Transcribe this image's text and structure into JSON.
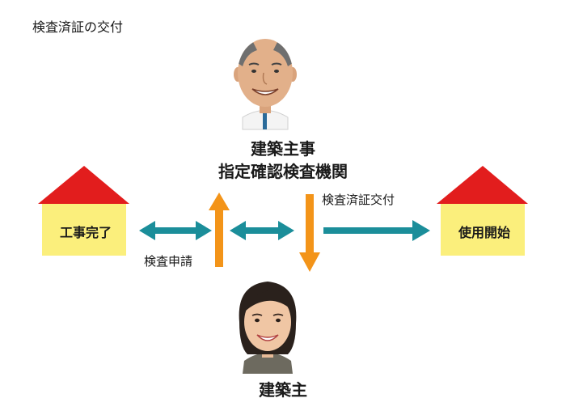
{
  "page_title": "検査済証の交付",
  "official": {
    "line1": "建築主事",
    "line2": "指定確認検査機関"
  },
  "owner": {
    "label": "建築主"
  },
  "houses": {
    "left": {
      "label": "工事完了"
    },
    "right": {
      "label": "使用開始"
    }
  },
  "arrows": {
    "apply_label": "検査申請",
    "issue_label": "検査済証交付"
  },
  "colors": {
    "roof": "#e21d1d",
    "wall": "#fbef7c",
    "teal_arrow": "#1b8e9a",
    "orange_arrow": "#f39419"
  },
  "icons": {
    "official_avatar": "man-face-icon",
    "owner_avatar": "woman-face-icon"
  }
}
